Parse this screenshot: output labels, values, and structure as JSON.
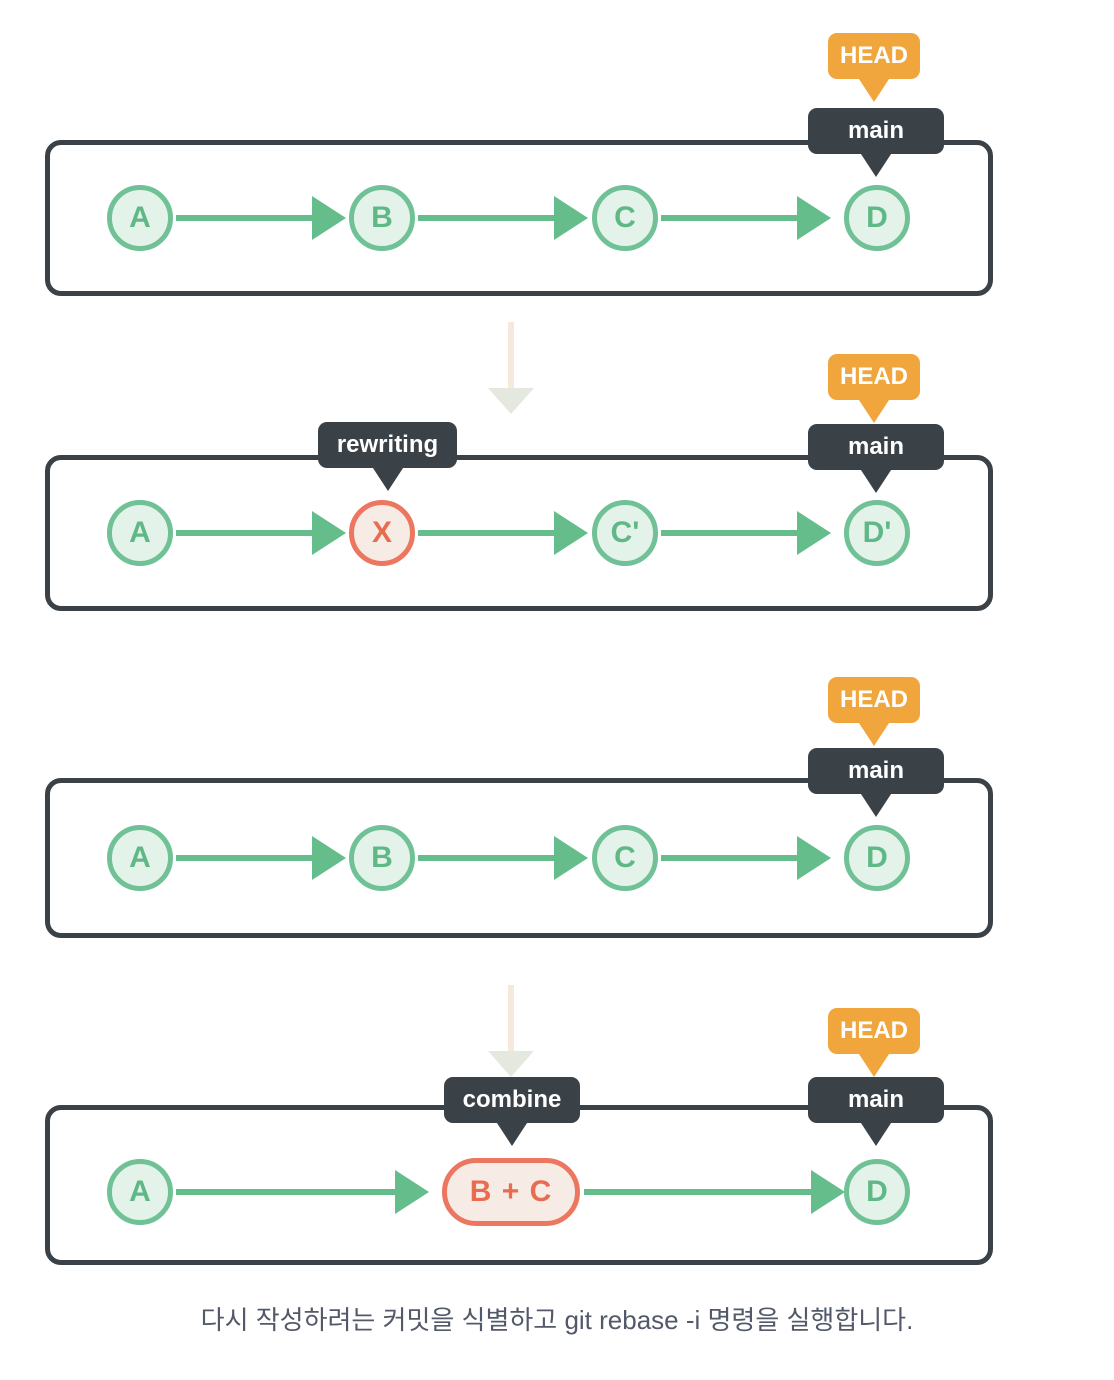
{
  "badges": {
    "head": "HEAD",
    "main": "main",
    "rewriting": "rewriting",
    "combine": "combine"
  },
  "panels": [
    {
      "name": "history-original",
      "commits": [
        "A",
        "B",
        "C",
        "D"
      ]
    },
    {
      "name": "history-rewriting",
      "commits": [
        "A",
        "X",
        "C'",
        "D'"
      ]
    },
    {
      "name": "history-before-squash",
      "commits": [
        "A",
        "B",
        "C",
        "D"
      ]
    },
    {
      "name": "history-after-squash",
      "commits": [
        "A",
        "B + C",
        "D"
      ]
    }
  ],
  "caption": "다시 작성하려는 커밋을 식별하고 git rebase -i 명령을 실행합니다.",
  "colors": {
    "badge_orange": "#f0a63c",
    "badge_dark": "#3a4147",
    "panel_border": "#3a4147",
    "commit_green_border": "#70c195",
    "commit_green_fill": "#e4f3ea",
    "commit_green_text": "#5fb886",
    "edge_green": "#64bd8a",
    "commit_red_border": "#ec7660",
    "commit_red_fill": "#f6ece5",
    "commit_red_text": "#e96b50",
    "transition_arrow_stem": "#f4e9da",
    "transition_arrow_head": "#e4e8df",
    "caption_text": "#525968"
  }
}
